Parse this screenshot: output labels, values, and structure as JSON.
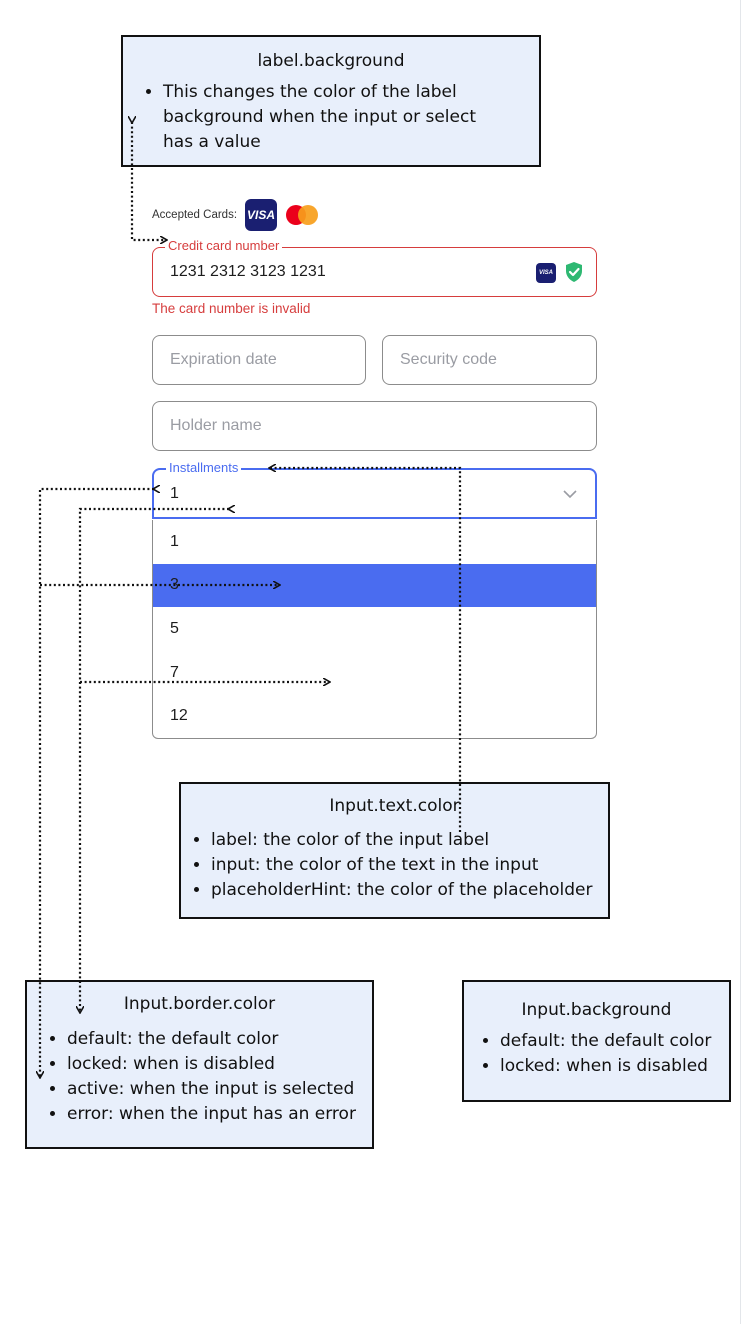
{
  "annotations": {
    "label_background": {
      "title": "label.background",
      "items": [
        "This changes the color of the label background when the input or select has a value"
      ]
    },
    "input_text_color": {
      "title": "Input.text.color",
      "items": [
        "label: the color of the input label",
        "input: the color of the text in the input",
        "placeholderHint: the color of the placeholder"
      ]
    },
    "input_border_color": {
      "title": "Input.border.color",
      "items": [
        "default: the default color",
        "locked: when is disabled",
        "active: when the input is selected",
        "error: when the input has an error"
      ]
    },
    "input_background": {
      "title": "Input.background",
      "items": [
        "default: the default color",
        "locked: when is disabled"
      ]
    }
  },
  "form": {
    "accepted_cards_label": "Accepted Cards:",
    "visa_text": "VISA",
    "card_number": {
      "label": "Credit card number",
      "value": "1231 2312 3123 1231",
      "error": "The card number is invalid"
    },
    "expiration": {
      "placeholder": "Expiration date"
    },
    "security": {
      "placeholder": "Security code"
    },
    "holder": {
      "placeholder": "Holder name"
    },
    "installments": {
      "label": "Installments",
      "value": "1",
      "options": [
        "1",
        "3",
        "5",
        "7",
        "12"
      ],
      "selected_index": 1
    }
  },
  "colors": {
    "error": "#d63d3d",
    "active": "#4a6cf0",
    "note_background": "#e8effb",
    "visa": "#1a1f71",
    "success": "#2eb872"
  }
}
